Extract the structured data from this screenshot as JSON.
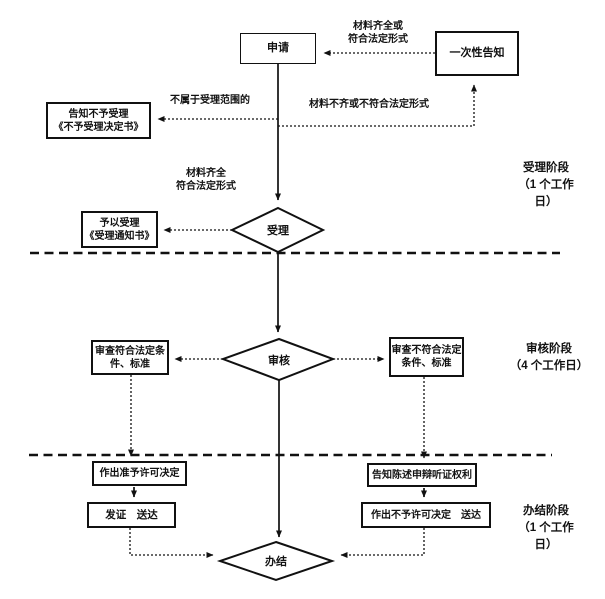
{
  "page": {
    "background": "#ffffff",
    "line_color": "#111111"
  },
  "nodes": {
    "apply": {
      "label": "申请"
    },
    "one_time_notice": {
      "label": "一次性告知"
    },
    "reject_notice": {
      "line1": "告知不予受理",
      "line2": "《不予受理决定书》"
    },
    "accept_notice": {
      "line1": "予以受理",
      "line2": "《受理通知书》"
    },
    "review_pass": {
      "line1": "审查符合法定条",
      "line2": "件、标准"
    },
    "review_fail": {
      "line1": "审查不符合法定",
      "line2": "条件、标准"
    },
    "grant_decision": {
      "label": "作出准予许可决定"
    },
    "issue_deliver": {
      "label": "发证　送达"
    },
    "hearing_rights": {
      "label": "告知陈述申辩听证权利"
    },
    "deny_decision": {
      "label": "作出不予许可决定　送达"
    },
    "accept_diamond": {
      "label": "受理"
    },
    "review_diamond": {
      "label": "审核"
    },
    "finish_diamond": {
      "label": "办结"
    }
  },
  "edge_labels": {
    "materials_complete_top": {
      "line1": "材料齐全或",
      "line2": "符合法定形式"
    },
    "out_of_scope": "不属于受理范围的",
    "materials_incomplete": "材料不齐或不符合法定形式",
    "materials_complete_mid": {
      "line1": "材料齐全",
      "line2": "符合法定形式"
    }
  },
  "stages": [
    {
      "id": "accept-stage",
      "lines": [
        "受理阶段",
        "（1 个工作",
        "日）"
      ]
    },
    {
      "id": "review-stage",
      "lines": [
        "审核阶段",
        "（4 个工作日）"
      ]
    },
    {
      "id": "finish-stage",
      "lines": [
        "办结阶段",
        "（1 个工作",
        "日）"
      ]
    }
  ]
}
